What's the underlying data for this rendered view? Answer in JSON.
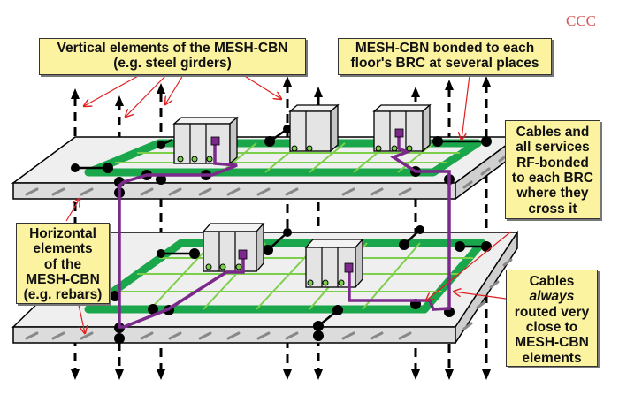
{
  "watermark": "CCC",
  "callouts": {
    "vertical": {
      "lines": [
        "Vertical elements of the MESH-CBN",
        "(e.g. steel girders)"
      ]
    },
    "bonded": {
      "lines": [
        "MESH-CBN bonded to each",
        "floor's BRC at several places"
      ]
    },
    "cables_rf": {
      "lines": [
        "Cables and",
        "all services",
        "RF-bonded",
        "to each BRC",
        "where they",
        "cross it"
      ]
    },
    "horizontal": {
      "lines": [
        "Horizontal",
        "elements",
        "of the",
        "MESH-CBN",
        "(e.g. rebars)"
      ]
    },
    "cables_routed": {
      "line1": "Cables",
      "line2": "always",
      "lines_rest": [
        "routed very",
        "close to",
        "MESH-CBN",
        "elements"
      ]
    }
  },
  "colors": {
    "callout_fill": "#fbf3a0",
    "arrow_red": "#e02020",
    "brc_green": "#1aa64a",
    "grid_green": "#7ccf4a",
    "cable_purple": "#7b2a8c",
    "slab_gray": "#e2e2e2",
    "watermark": "#d55a5a"
  },
  "floors": [
    "upper-floor",
    "lower-floor"
  ]
}
